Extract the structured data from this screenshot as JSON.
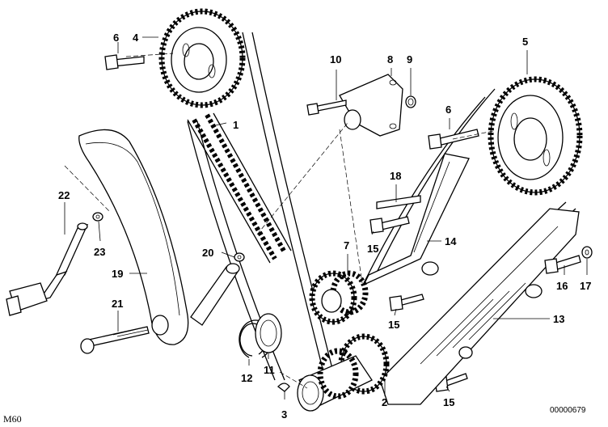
{
  "callouts": {
    "c1": "1",
    "c2": "2",
    "c3": "3",
    "c4": "4",
    "c5": "5",
    "c6a": "6",
    "c6b": "6",
    "c7": "7",
    "c8": "8",
    "c9": "9",
    "c10": "10",
    "c11": "11",
    "c12": "12",
    "c13": "13",
    "c14": "14",
    "c15a": "15",
    "c15b": "15",
    "c15c": "15",
    "c16": "16",
    "c17": "17",
    "c18": "18",
    "c19": "19",
    "c20": "20",
    "c21": "21",
    "c22": "22",
    "c23": "23"
  },
  "model_code": "M60",
  "drawing_number": "00000679"
}
